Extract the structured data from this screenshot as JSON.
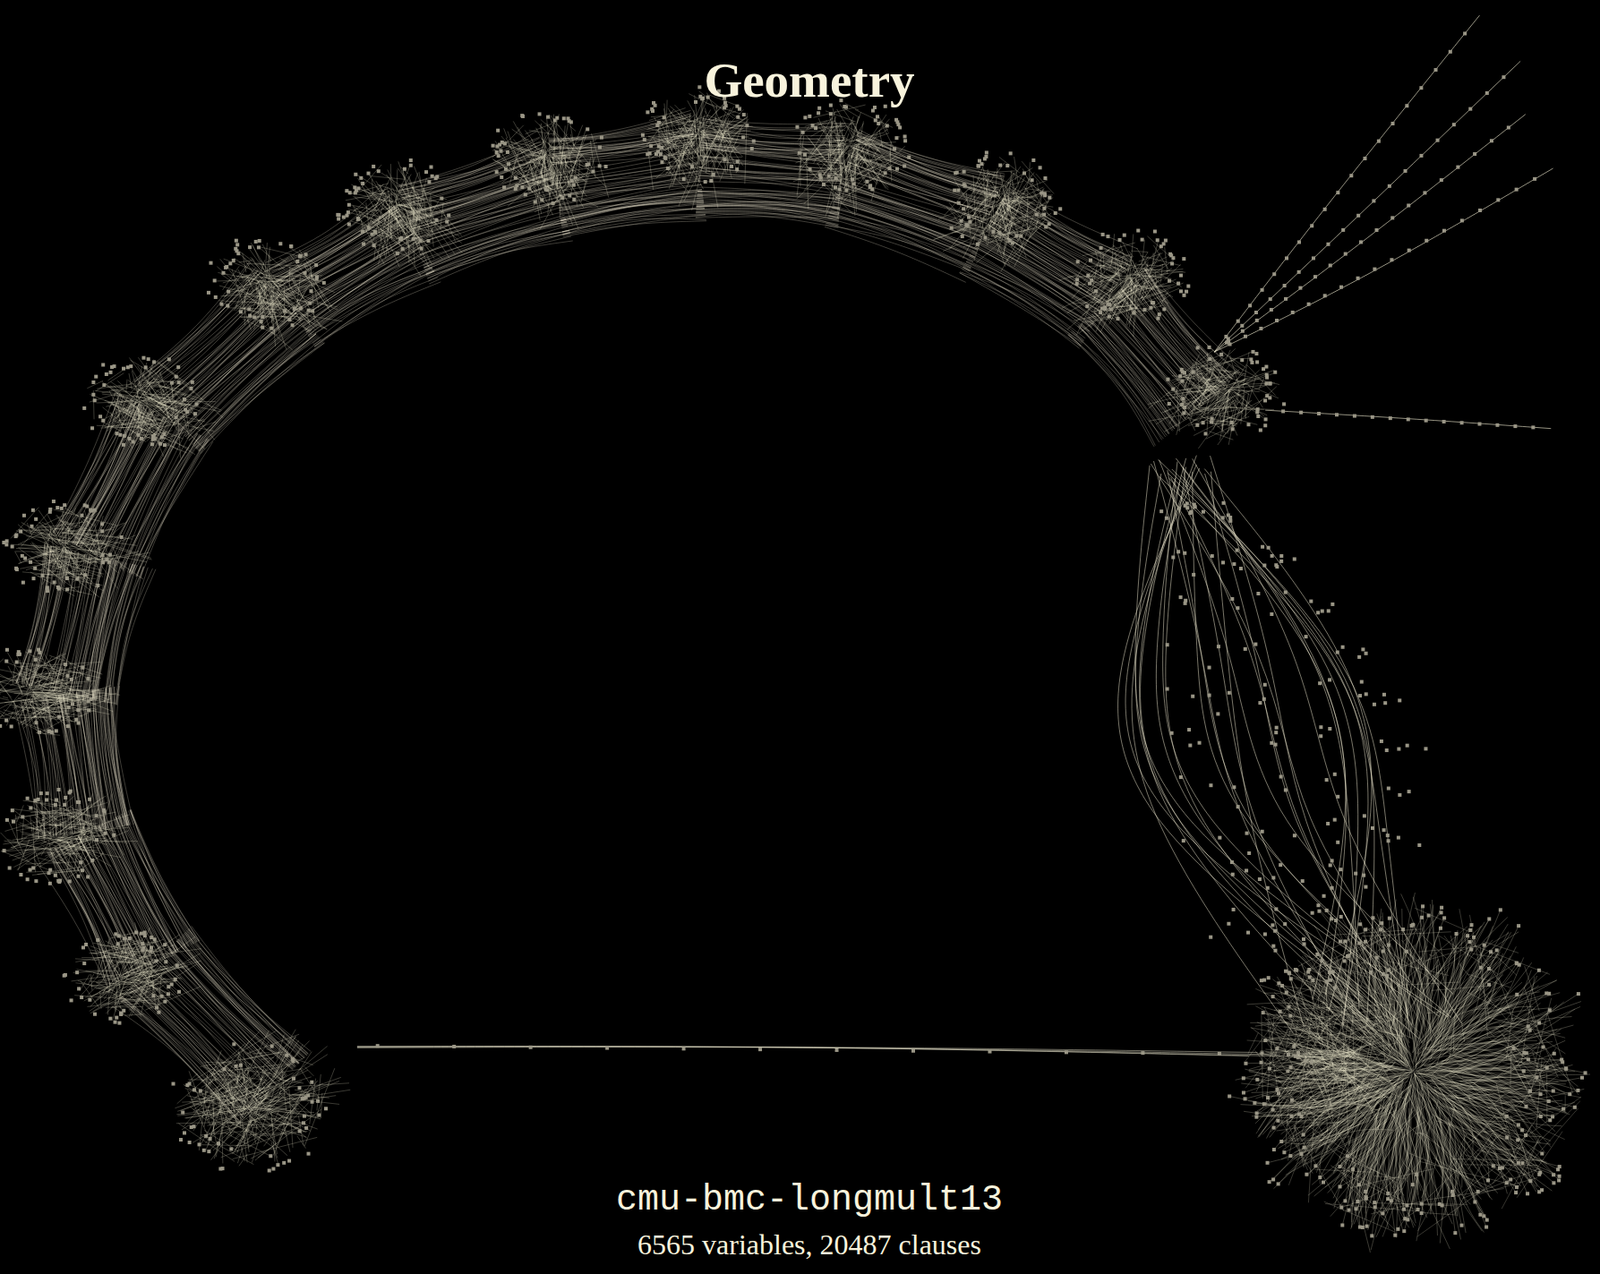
{
  "diagram": {
    "title": "Geometry",
    "caption": "cmu-bmc-longmult13",
    "labels": [
      "6565 variables, 20487 clauses"
    ]
  }
}
